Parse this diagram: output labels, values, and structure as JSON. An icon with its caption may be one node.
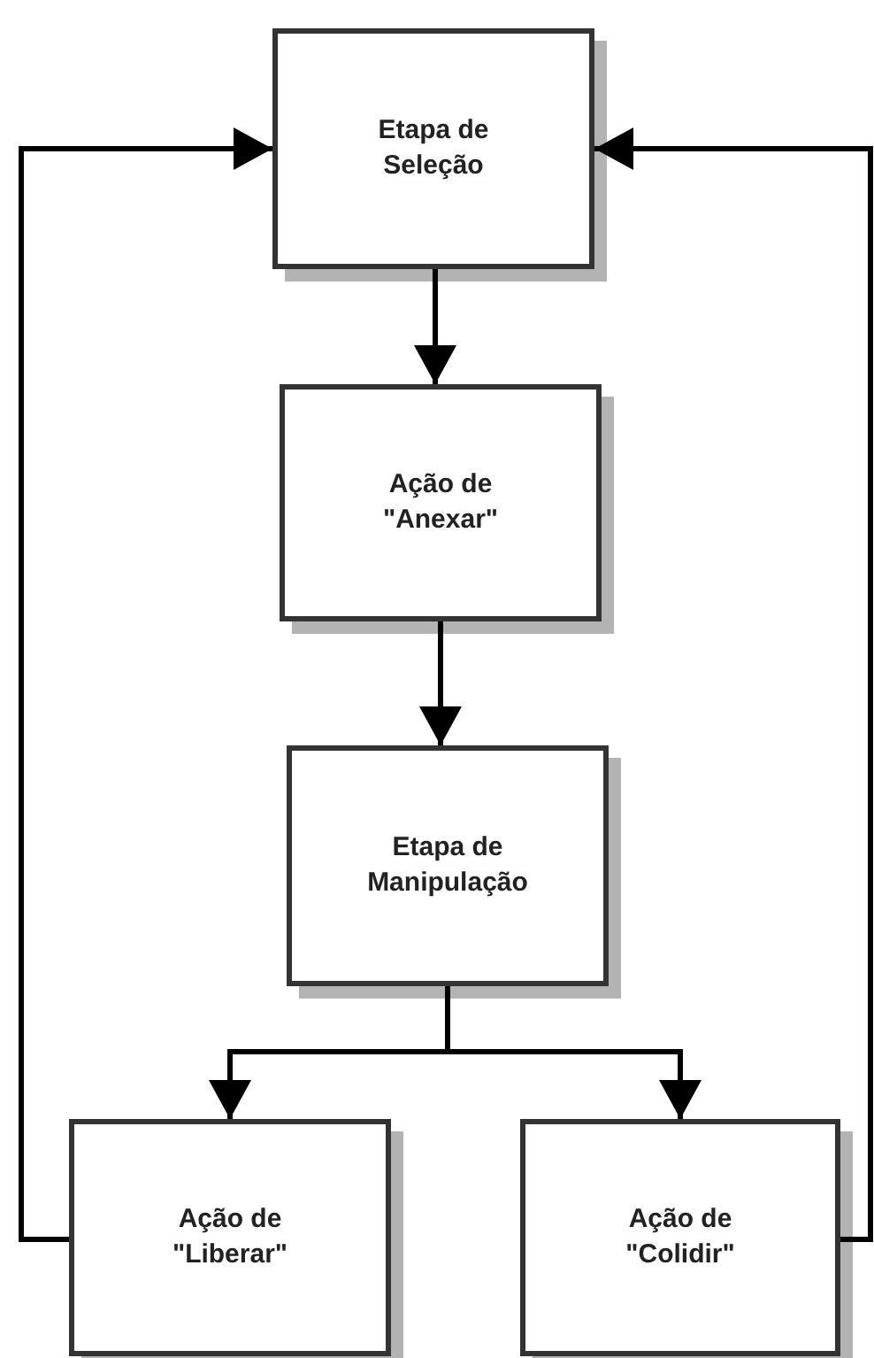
{
  "diagram": {
    "nodes": [
      {
        "text": [
          "Etapa de Seleção"
        ]
      },
      {
        "text": [
          "Ação de \"Anexar\""
        ]
      },
      {
        "text": [
          "Etapa de Manipulação"
        ]
      },
      {
        "text": [
          "Ação de \"Liberar\""
        ]
      },
      {
        "text": [
          "Ação de \"Colidir\""
        ]
      }
    ],
    "edges": [
      {
        "from": 0,
        "to": 1,
        "arrow": "to"
      },
      {
        "from": 1,
        "to": 2,
        "arrow": "to"
      },
      {
        "from": 2,
        "to": 3,
        "arrow": "to"
      },
      {
        "from": 2,
        "to": 4,
        "arrow": "to"
      },
      {
        "from": 3,
        "to": 0,
        "arrow": "to"
      },
      {
        "from": 4,
        "to": 0,
        "arrow": "to"
      }
    ]
  }
}
